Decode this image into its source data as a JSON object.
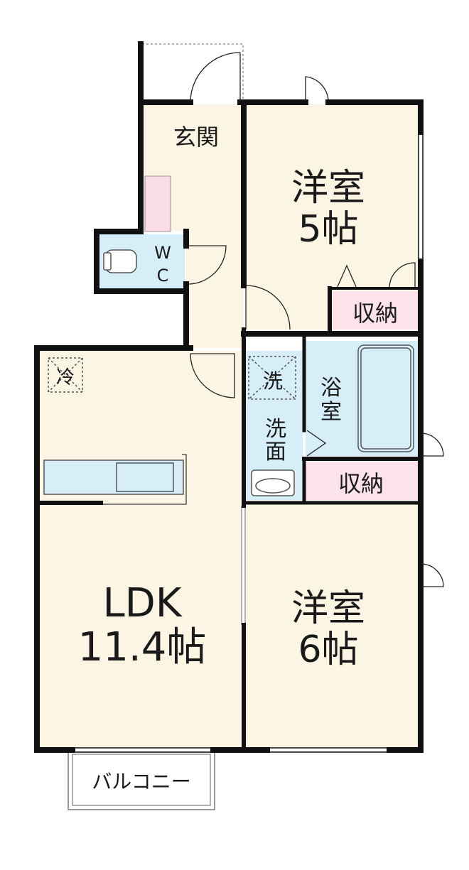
{
  "rooms": {
    "entrance": "玄関",
    "wc_w": "W",
    "wc_c": "C",
    "bedroom1_name": "洋室",
    "bedroom1_size": "5帖",
    "storage1": "収納",
    "fridge": "冷",
    "washer": "洗",
    "washroom_1": "洗",
    "washroom_2": "面",
    "bath_1": "浴",
    "bath_2": "室",
    "storage2": "収納",
    "ldk_name": "LDK",
    "ldk_size": "11.4帖",
    "bedroom2_name": "洋室",
    "bedroom2_size": "6帖",
    "balcony": "バルコニー"
  },
  "colors": {
    "wall": "#111111",
    "floor": "#fdf5e4",
    "wet_area": "#d6eef8",
    "storage": "#fce3ea",
    "shoe_cabinet": "#fadce6"
  }
}
